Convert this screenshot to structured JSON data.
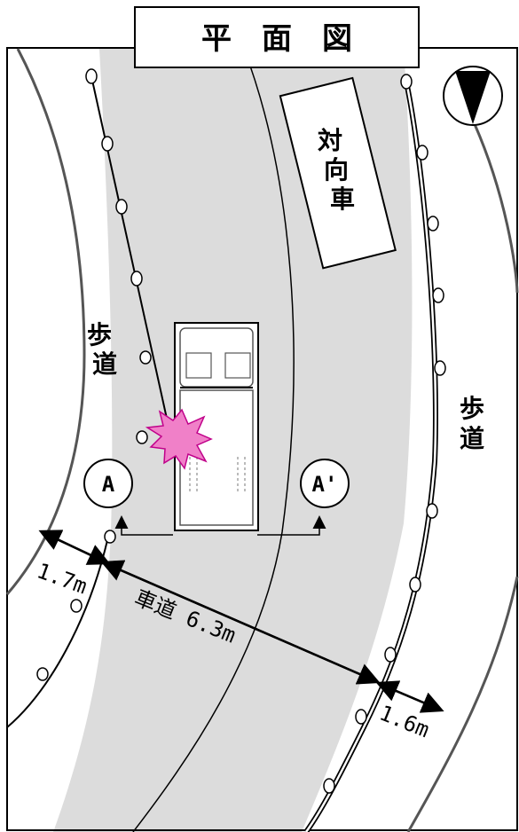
{
  "title": "平　面　図",
  "labels": {
    "oncoming_vehicle": [
      "対",
      "向",
      "車"
    ],
    "sidewalk_left": [
      "歩",
      "道"
    ],
    "sidewalk_right": [
      "歩",
      "道"
    ],
    "section_a": "A",
    "section_a_prime": "A'",
    "dim_left": "1.7m",
    "dim_road": "車道 6.3m",
    "dim_right": "1.6m"
  },
  "colors": {
    "road": "#dcdcdc",
    "impact": "#f080c8",
    "line": "#000000"
  },
  "icons": {
    "compass": "north-arrow-icon",
    "impact": "collision-burst-icon"
  }
}
